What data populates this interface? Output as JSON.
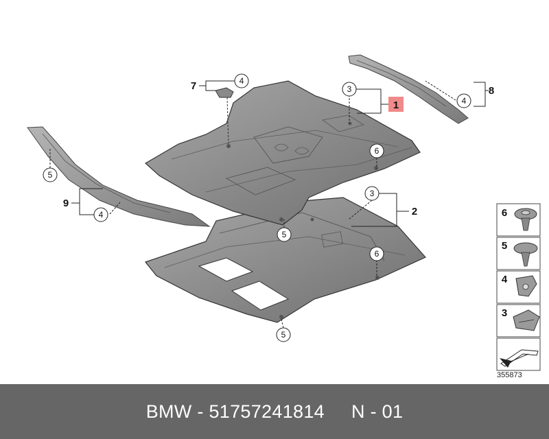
{
  "diagram": {
    "labels": {
      "main_1": "1",
      "main_2": "2",
      "part_7": "7",
      "part_8": "8",
      "part_9": "9",
      "callout_3_top": "3",
      "callout_3_bottom": "3",
      "callout_4_part7": "4",
      "callout_4_part8": "4",
      "callout_4_part9": "4",
      "callout_5_left": "5",
      "callout_5_mid": "5",
      "callout_5_bottom": "5",
      "callout_6_top": "6",
      "callout_6_bottom": "6"
    },
    "legend": [
      {
        "number": "6",
        "icon": "push-clip-icon"
      },
      {
        "number": "5",
        "icon": "expanding-rivet-icon"
      },
      {
        "number": "4",
        "icon": "spring-nut-icon"
      },
      {
        "number": "3",
        "icon": "self-tapping-screw-icon"
      },
      {
        "number": "",
        "icon": "cover-plate-arrow-icon"
      }
    ],
    "highlight_color": "#f08a8a",
    "panel_color": "#8a8a8a"
  },
  "diagram_number": "355873",
  "footer": {
    "text": "BMW - 51757241814     N - 01"
  }
}
